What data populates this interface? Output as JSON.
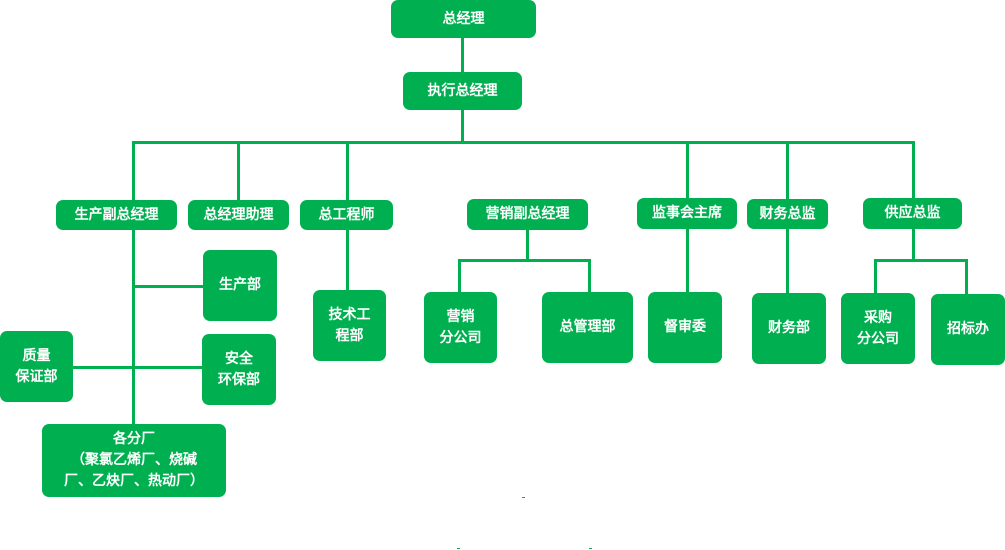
{
  "nodes": {
    "gm": "总经理",
    "exec_gm": "执行总经理",
    "prod_vp": "生产副总经理",
    "gm_assistant": "总经理助理",
    "chief_engineer": "总工程师",
    "sales_vp": "营销副总经理",
    "supervisory_chair": "监事会主席",
    "cfo": "财务总监",
    "supply_director": "供应总监",
    "production_dept": "生产部",
    "quality_line1": "质量",
    "quality_line2": "保证部",
    "safety_line1": "安全",
    "safety_line2": "环保部",
    "branch_line1": "各分厂",
    "branch_line2": "（聚氯乙烯厂、烧碱",
    "branch_line3": "厂、乙炔厂、热动厂）",
    "tech_line1": "技术工",
    "tech_line2": "程部",
    "sales_branch_line1": "营销",
    "sales_branch_line2": "分公司",
    "general_mgmt": "总管理部",
    "audit": "督审委",
    "finance_dept": "财务部",
    "purchase_line1": "采购",
    "purchase_line2": "分公司",
    "bidding_office": "招标办"
  },
  "colors": {
    "node": "#00B050",
    "line": "#00B050",
    "text": "#FFFFFF"
  }
}
